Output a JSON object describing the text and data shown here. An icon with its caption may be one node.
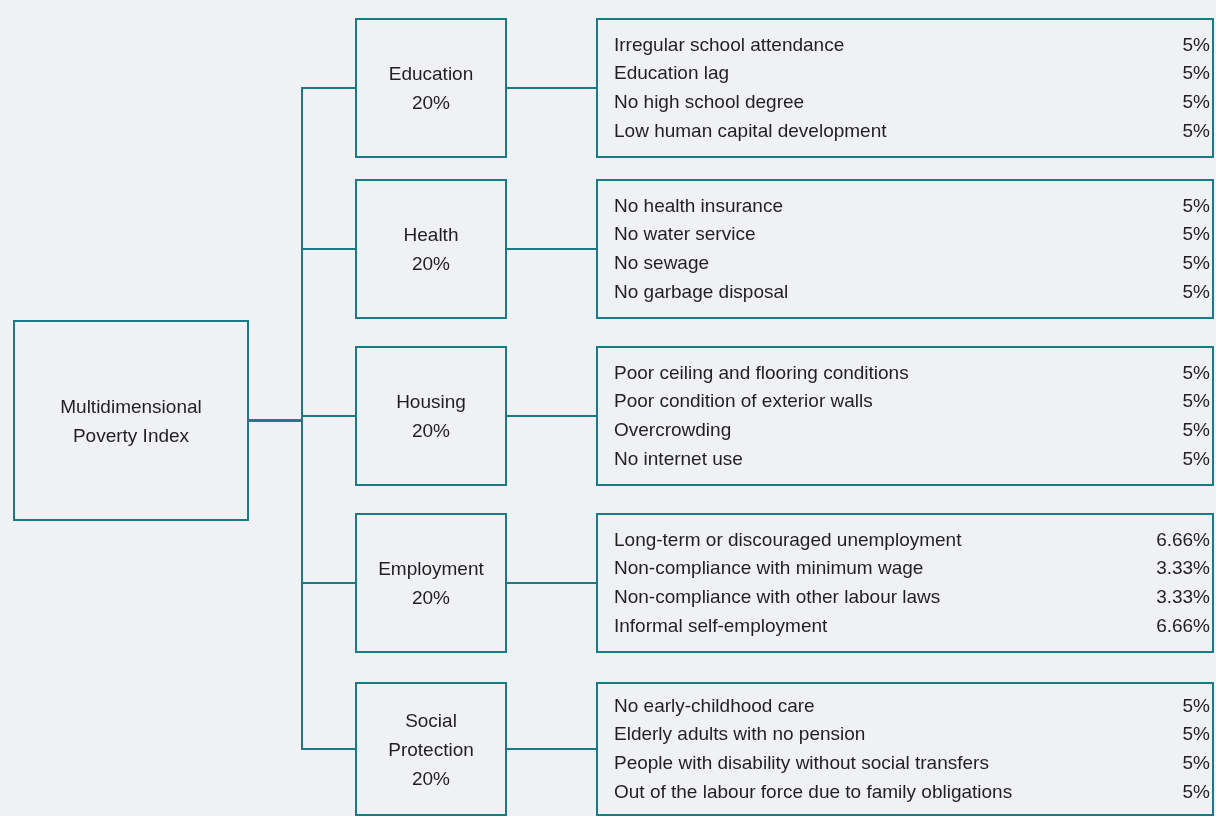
{
  "diagram": {
    "nodes": [
      {
        "text": [
          "Multidimensional Poverty Index"
        ]
      },
      {
        "text": [
          "Education",
          "20%"
        ]
      },
      {
        "text": [
          "Health",
          "20%"
        ]
      },
      {
        "text": [
          "Housing",
          "20%"
        ]
      },
      {
        "text": [
          "Employment",
          "20%"
        ]
      },
      {
        "text": [
          "Social Protection",
          "20%"
        ]
      },
      {
        "text": [
          "Irregular school attendance",
          "5%",
          "Education lag",
          "5%",
          "No high school degree",
          "5%",
          "Low human capital development",
          "5%"
        ]
      },
      {
        "text": [
          "No health insurance",
          "5%",
          "No water service",
          "5%",
          "No sewage",
          "5%",
          "No garbage disposal",
          "5%"
        ]
      },
      {
        "text": [
          "Poor ceiling and flooring conditions",
          "5%",
          "Poor condition of exterior walls",
          "5%",
          "Overcrowding",
          "5%",
          "No internet use",
          "5%"
        ]
      },
      {
        "text": [
          "Long-term or discouraged unemployment",
          "6.66%",
          "Non-compliance with minimum wage",
          "3.33%",
          "Non-compliance with other labour laws",
          "3.33%",
          "Informal self-employment",
          "6.66%"
        ]
      },
      {
        "text": [
          "No early-childhood care",
          "5%",
          "Elderly adults with no pension",
          "5%",
          "People with disability without social transfers",
          "5%",
          "Out of the labour force due to family obligations",
          "5%"
        ]
      }
    ],
    "edges": [
      {
        "from": 0,
        "to": 1,
        "arrow": "none"
      },
      {
        "from": 0,
        "to": 2,
        "arrow": "none"
      },
      {
        "from": 0,
        "to": 3,
        "arrow": "none"
      },
      {
        "from": 0,
        "to": 4,
        "arrow": "none"
      },
      {
        "from": 0,
        "to": 5,
        "arrow": "none"
      },
      {
        "from": 1,
        "to": 6,
        "arrow": "none"
      },
      {
        "from": 2,
        "to": 7,
        "arrow": "none"
      },
      {
        "from": 3,
        "to": 8,
        "arrow": "none"
      },
      {
        "from": 4,
        "to": 9,
        "arrow": "none"
      },
      {
        "from": 5,
        "to": 10,
        "arrow": "none"
      }
    ]
  }
}
